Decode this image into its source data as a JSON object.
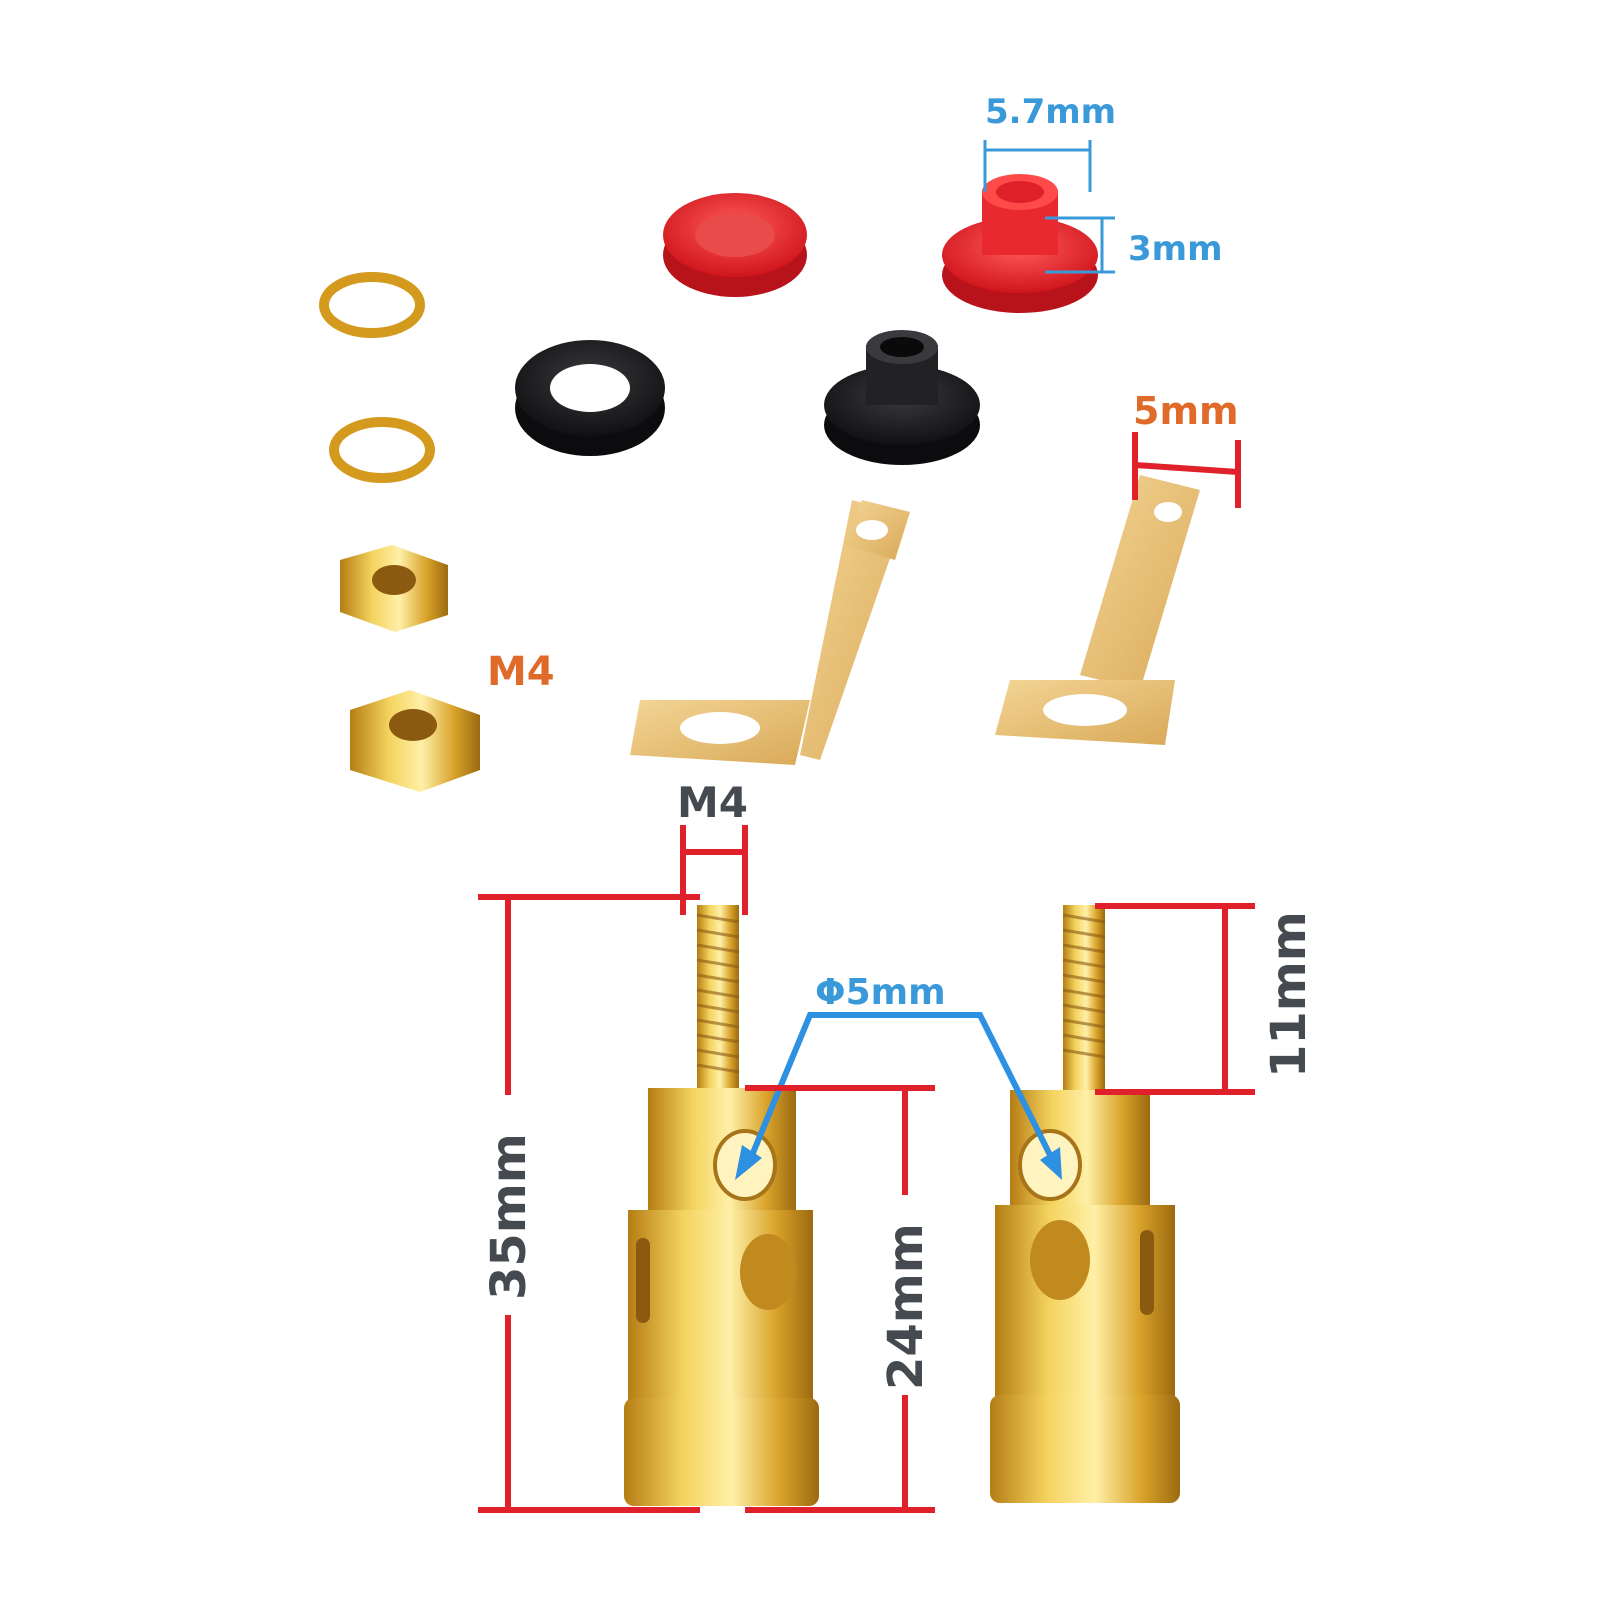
{
  "image": {
    "description": "Gold-plated binding post terminal kit with dimension annotations",
    "background": "#ffffff"
  },
  "parts": {
    "spring_washers": {
      "count": 2,
      "color": "#d9a82a"
    },
    "hex_nuts": {
      "count": 2,
      "color": "#e0b23a",
      "thread": "M4"
    },
    "red_flat_washer": {
      "color": "#e3242b"
    },
    "red_shoulder_washer": {
      "color": "#e3242b"
    },
    "black_flat_washer": {
      "color": "#1c1c1e"
    },
    "black_shoulder_washer": {
      "color": "#1c1c1e"
    },
    "solder_lugs": {
      "count": 2,
      "color": "#e8c276"
    },
    "binding_posts": {
      "count": 2,
      "color": "#d8a82c"
    }
  },
  "annotations": {
    "shoulder_washer_diameter": {
      "text": "5.7mm",
      "color": "#3a9ad9"
    },
    "shoulder_washer_height": {
      "text": "3mm",
      "color": "#3a9ad9"
    },
    "lug_width": {
      "text": "5mm",
      "color": "#e06a2a"
    },
    "nut_thread": {
      "text": "M4",
      "color": "#e06a2a"
    },
    "post_thread": {
      "text": "M4",
      "color": "#444a50"
    },
    "hole_diameter": {
      "text": "Φ5mm",
      "color": "#3a9ad9"
    },
    "total_length": {
      "text": "35mm",
      "color": "#444a50"
    },
    "body_length": {
      "text": "24mm",
      "color": "#444a50"
    },
    "thread_length": {
      "text": "11mm",
      "color": "#444a50"
    }
  },
  "dimension_line_color": "#e0202a"
}
